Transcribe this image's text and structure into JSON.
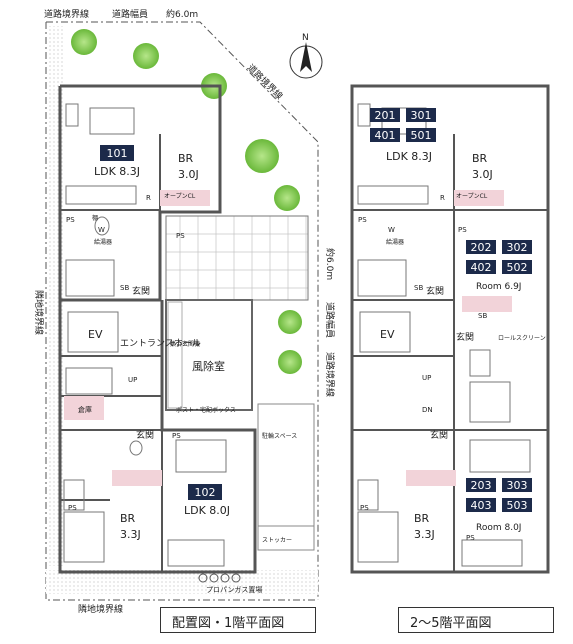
{
  "site": {
    "road_boundary": "道路境界線",
    "road_width": "道路幅員",
    "road_width_value": "約6.0m",
    "road_boundary_right": "道路境界線",
    "road_width_right": "道路幅員",
    "road_width_right_value": "約6.0m",
    "neighbor_boundary_left": "隣地境界線",
    "neighbor_boundary_bottom": "隣地境界線",
    "propane": "プロパンガス置場",
    "north": "N"
  },
  "floor1": {
    "units": [
      {
        "number": "101",
        "room": "LDK 8.3J"
      },
      {
        "number": "102",
        "room": "LDK 8.0J"
      }
    ],
    "labels": {
      "br_top": "BR",
      "br_top_size": "3.0J",
      "br_bottom": "BR",
      "br_bottom_size": "3.3J",
      "ev": "EV",
      "entrance_hall": "エントランスホール",
      "windbreak": "風除室",
      "storage": "倉庫",
      "post_box": "ポスト・宅配ボックス",
      "bike": "駐輪スペース",
      "stocker": "ストッカー",
      "mailbox": "集合玄関機",
      "genkan": "玄関",
      "genkan2": "玄関",
      "ps": "PS",
      "sb": "SB",
      "r": "R",
      "w": "W",
      "up": "UP",
      "water_heater": "給湯器",
      "open_cl": "オープンCL",
      "shelf": "棚"
    },
    "caption": "配置図・1階平面図"
  },
  "floor2": {
    "unit_blocks": [
      {
        "numbers": [
          "201",
          "301",
          "401",
          "501"
        ],
        "room": "LDK 8.3J"
      },
      {
        "numbers": [
          "202",
          "302",
          "402",
          "502"
        ],
        "room": "Room 6.9J"
      },
      {
        "numbers": [
          "203",
          "303",
          "403",
          "503"
        ],
        "room": "Room 8.0J"
      }
    ],
    "labels": {
      "br_top": "BR",
      "br_top_size": "3.0J",
      "br_bottom": "BR",
      "br_bottom_size": "3.3J",
      "ev": "EV",
      "genkan": "玄関",
      "genkan2": "玄関",
      "genkan3": "玄関",
      "roll_screen": "ロールスクリーン",
      "ps": "PS",
      "sb": "SB",
      "r": "R",
      "w": "W",
      "up": "UP",
      "dn": "DN",
      "water_heater": "給湯器",
      "open_cl": "オープンCL"
    },
    "caption": "2～5階平面図"
  },
  "colors": {
    "unit_label_bg": "#1c2a4a",
    "tree": "#7ec94a",
    "pink": "#f2d3d9",
    "wall": "#666666"
  }
}
